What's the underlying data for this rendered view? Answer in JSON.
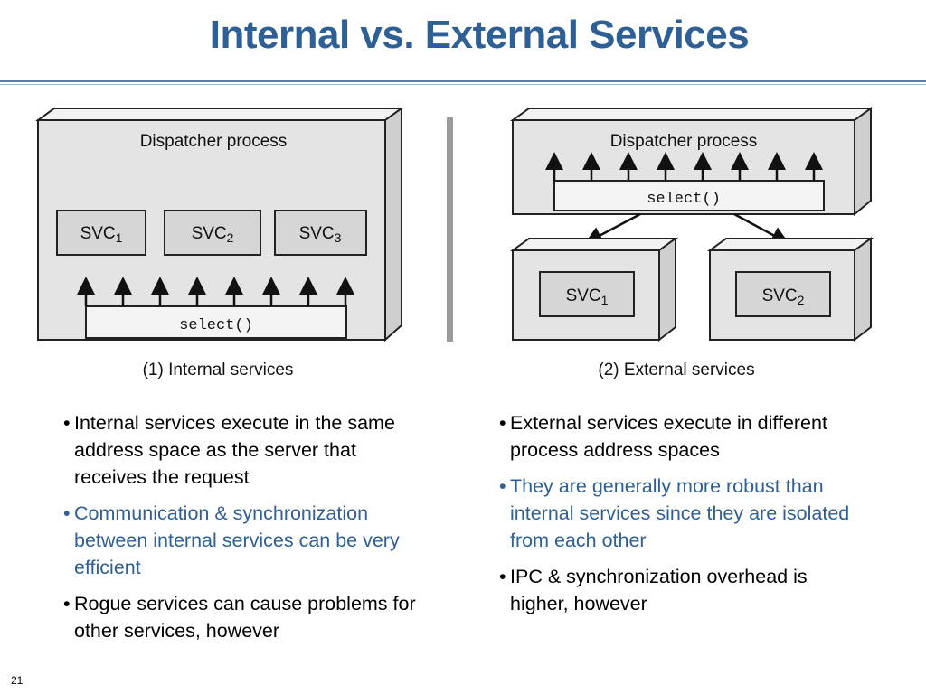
{
  "title": "Internal vs. External Services",
  "page_number": "21",
  "colors": {
    "title": "#2e5f95",
    "emphasis": "#2e5f95",
    "panel": "#e4e4e4"
  },
  "diagram": {
    "left": {
      "process_label": "Dispatcher process",
      "services": [
        {
          "base": "SVC",
          "sub": "1"
        },
        {
          "base": "SVC",
          "sub": "2"
        },
        {
          "base": "SVC",
          "sub": "3"
        }
      ],
      "select_label": "select()",
      "caption": "(1) Internal services"
    },
    "right": {
      "process_label": "Dispatcher process",
      "select_label": "select()",
      "services": [
        {
          "base": "SVC",
          "sub": "1"
        },
        {
          "base": "SVC",
          "sub": "2"
        }
      ],
      "caption": "(2) External services"
    }
  },
  "left_bullets": [
    {
      "text": "Internal services execute in the same address space as the server that receives the request",
      "emphasis": false
    },
    {
      "text": "Communication & synchronization between internal services can be very efficient",
      "emphasis": true
    },
    {
      "text": "Rogue services can cause problems for other services, however",
      "emphasis": false
    }
  ],
  "right_bullets": [
    {
      "text": "External services execute in different process address spaces",
      "emphasis": false
    },
    {
      "text": "They are generally more robust than internal services since they are isolated from each other",
      "emphasis": true
    },
    {
      "text": "IPC & synchronization overhead is higher, however",
      "emphasis": false
    }
  ]
}
